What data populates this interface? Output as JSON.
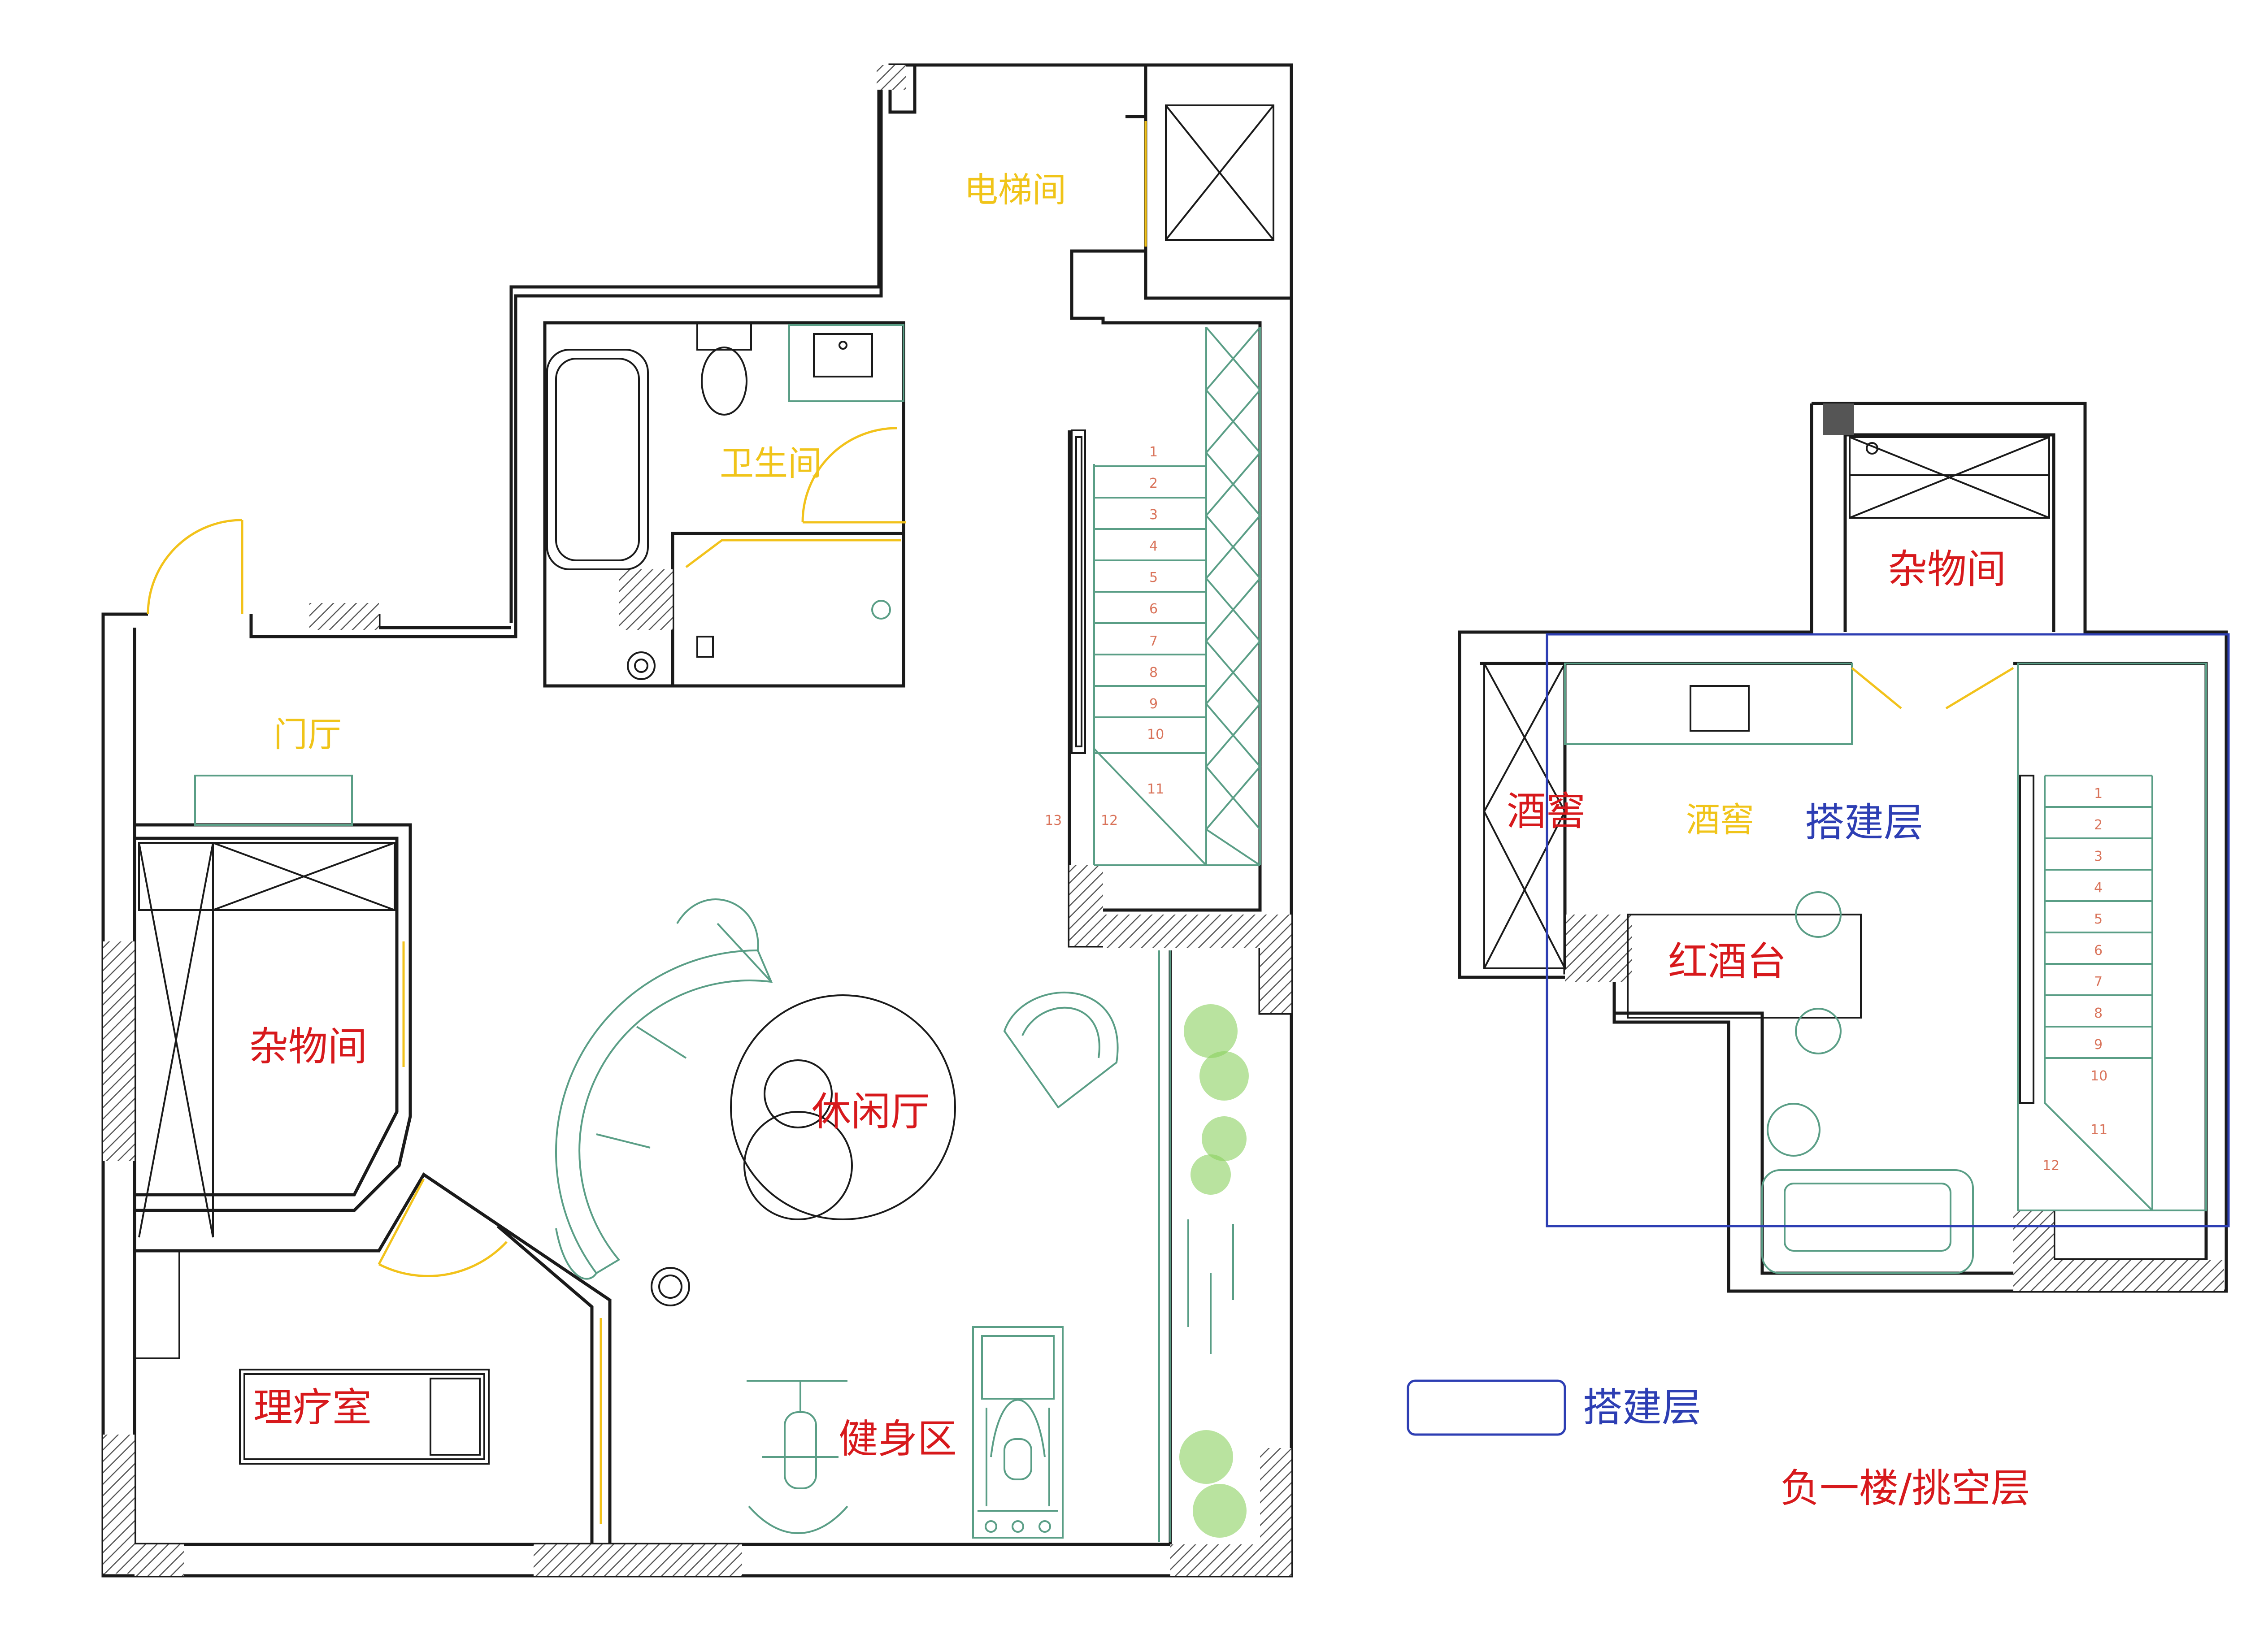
{
  "rooms_ground": {
    "elevator": "电梯间",
    "bathroom": "卫生间",
    "foyer": "门厅",
    "storage": "杂物间",
    "lounge": "休闲厅",
    "therapy": "理疗室",
    "gym": "健身区"
  },
  "rooms_basement": {
    "storage": "杂物间",
    "wine_cellar_red": "酒窖",
    "wine_cellar_yellow": "酒窖",
    "mezzanine": "搭建层",
    "wine_bar": "红酒台"
  },
  "stairs_ground": [
    "1",
    "2",
    "3",
    "4",
    "5",
    "6",
    "7",
    "8",
    "9",
    "10",
    "11",
    "12",
    "13"
  ],
  "stairs_basement": [
    "1",
    "2",
    "3",
    "4",
    "5",
    "6",
    "7",
    "8",
    "9",
    "10",
    "11",
    "12"
  ],
  "legend": {
    "label": "搭建层",
    "color": "#2d3eb3"
  },
  "caption": "负一楼/挑空层"
}
